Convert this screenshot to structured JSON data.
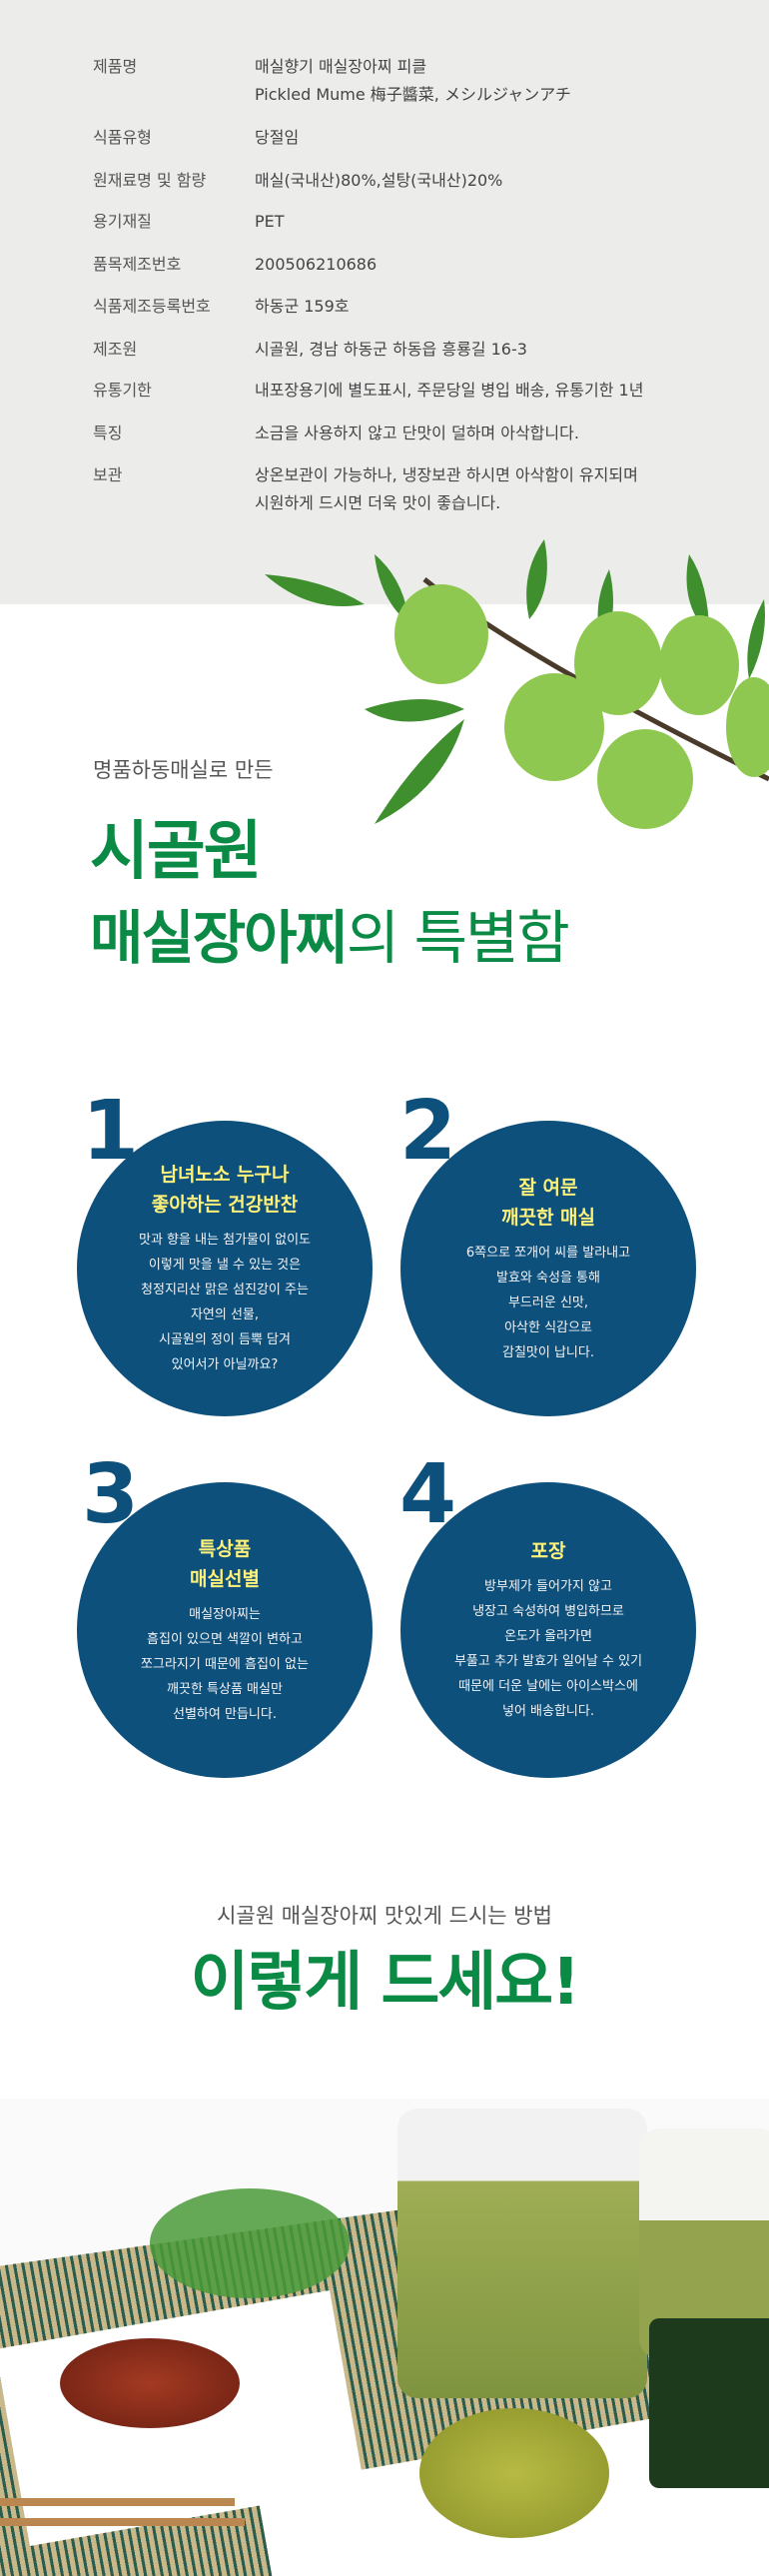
{
  "spec_table": [
    {
      "label": "제품명",
      "value": [
        "매실향기 매실장아찌 피클",
        "Pickled Mume 梅子醬菜, メシルジャンアチ"
      ]
    },
    {
      "label": "식품유형",
      "value": [
        "당절임"
      ]
    },
    {
      "label": "원재료명 및 함량",
      "value": [
        "매실(국내산)80%,설탕(국내산)20%"
      ]
    },
    {
      "label": "용기재질",
      "value": [
        "PET"
      ]
    },
    {
      "label": "품목제조번호",
      "value": [
        "200506210686"
      ]
    },
    {
      "label": "식품제조등록번호",
      "value": [
        "하동군 159호"
      ]
    },
    {
      "label": "제조원",
      "value": [
        "시골원, 경남 하동군 하동읍 흥룡길 16-3"
      ]
    },
    {
      "label": "유통기한",
      "value": [
        "내포장용기에 별도표시, 주문당일 병입 배송, 유통기한 1년"
      ]
    },
    {
      "label": "특징",
      "value": [
        "소금을 사용하지 않고 단맛이 덜하며 아삭합니다."
      ]
    },
    {
      "label": "보관",
      "value": [
        "상온보관이 가능하나, 냉장보관 하시면 아삭함이 유지되며",
        "시원하게 드시면 더욱 맛이 좋습니다."
      ]
    }
  ],
  "intro": {
    "subtitle": "명품하동매실로 만든",
    "title1": "시골원",
    "title2_bold": "매실장아찌",
    "title2_rest": "의 특별함"
  },
  "features": [
    {
      "num": "1",
      "title": [
        "남녀노소 누구나",
        "좋아하는 건강반찬"
      ],
      "body": [
        "맛과 향을 내는 첨가물이 없이도",
        "이렇게 맛을 낼 수 있는 것은",
        "청정지리산 맑은 섬진강이 주는",
        "자연의 선물,",
        "시골원의 정이 듬뿍 담겨",
        "있어서가 아닐까요?"
      ]
    },
    {
      "num": "2",
      "title": [
        "잘 여문",
        "깨끗한 매실"
      ],
      "body": [
        "6쪽으로 쪼개어 씨를 발라내고",
        "발효와 숙성을 통해",
        "부드러운 신맛,",
        "아삭한 식감으로",
        "감칠맛이 납니다."
      ]
    },
    {
      "num": "3",
      "title": [
        "특상품",
        "매실선별"
      ],
      "body": [
        "매실장아찌는",
        "흠집이 있으면 색깔이 변하고",
        "쪼그라지기 때문에 흠집이 없는",
        "깨끗한 특상품 매실만",
        "선별하여 만듭니다."
      ]
    },
    {
      "num": "4",
      "title": [
        "포장"
      ],
      "body": [
        "방부제가 들어가지 않고",
        "냉장고 숙성하여 병입하므로",
        "온도가 올라가면",
        "부풀고 추가 발효가 일어날 수 있기",
        "때문에 더운 날에는 아이스박스에",
        "넣어 배송합니다."
      ]
    }
  ],
  "howto": {
    "subtitle": "시골원 매실장아찌 맛있게 드시는 방법",
    "title": "이렇게 드세요!"
  },
  "colors": {
    "green": "#0b8a45",
    "navy": "#0e507c",
    "yellow": "#fff27a"
  }
}
